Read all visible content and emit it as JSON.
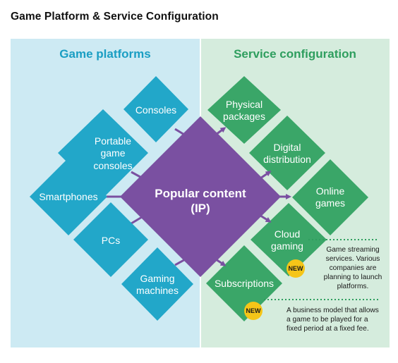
{
  "title": "Game Platform & Service Configuration",
  "left_panel": {
    "heading": "Game platforms",
    "items": {
      "consoles": "Consoles",
      "portable": [
        "Portable",
        "game",
        "consoles"
      ],
      "smartphones": "Smartphones",
      "pcs": "PCs",
      "gaming_machines": [
        "Gaming",
        "machines"
      ]
    }
  },
  "center": {
    "label_1": "Popular content",
    "label_2": "(IP)"
  },
  "right_panel": {
    "heading": "Service configuration",
    "items": {
      "physical": [
        "Physical",
        "packages"
      ],
      "digital": [
        "Digital",
        "distribution"
      ],
      "online": [
        "Online",
        "games"
      ],
      "cloud": [
        "Cloud",
        "gaming"
      ],
      "subscriptions": "Subscriptions"
    },
    "badge": "NEW",
    "notes": {
      "cloud": [
        "Game streaming",
        "services. Various",
        "companies are",
        "planning to launch",
        "platforms."
      ],
      "subscriptions": [
        "A business model that allows",
        "a game to be played for a",
        "fixed period at a fixed fee."
      ]
    }
  },
  "colors": {
    "left_bg": "#cdeaf3",
    "right_bg": "#d5ecdd",
    "left_heading": "#1a9ec3",
    "right_heading": "#2e9e5e",
    "platform": "#22a7c9",
    "service": "#3aa668",
    "center": "#7a50a1",
    "badge": "#f5c518"
  }
}
